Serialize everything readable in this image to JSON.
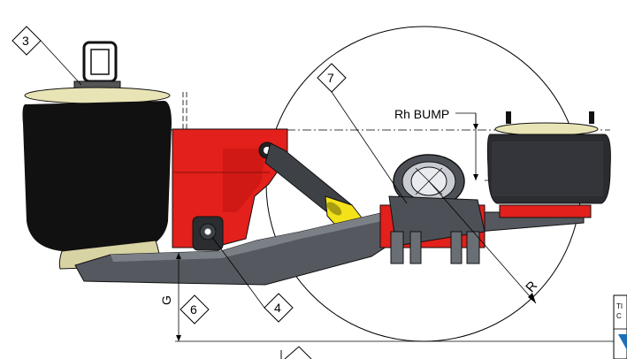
{
  "callouts": {
    "three": "3",
    "four": "4",
    "six": "6",
    "seven": "7"
  },
  "labels": {
    "rh_bump": "Rh BUMP",
    "radius": "R",
    "g": "G"
  },
  "title_block": {
    "line1": "TI",
    "line2": "C"
  },
  "colors": {
    "hanger_red": "#e3201b",
    "beam_gray": "#55595f",
    "air_bag_black": "#111111",
    "piston_tan": "#d8d3a2",
    "shock_yellow": "#f3e21a",
    "logo_blue": "#1c6fb5"
  }
}
